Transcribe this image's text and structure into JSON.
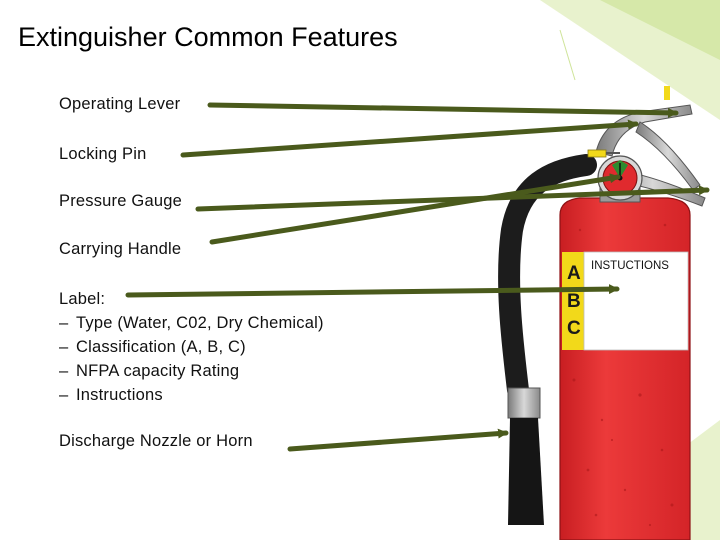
{
  "slide": {
    "title": "Extinguisher Common Features",
    "colors": {
      "arrow": "#4a5a1c",
      "cylinder": "#e0262a",
      "label_yellow": "#f2d91a",
      "accent_green": "#d6eaa8"
    }
  },
  "labels": {
    "operating_lever": "Operating Lever",
    "locking_pin": "Locking Pin",
    "pressure_gauge": "Pressure Gauge",
    "carrying_handle": "Carrying Handle",
    "label_heading": "Label:",
    "label_items": [
      "Type (Water, C02, Dry Chemical)",
      "Classification (A, B, C)",
      "NFPA capacity Rating",
      "Instructions"
    ],
    "discharge": "Discharge Nozzle or Horn",
    "dash": "–"
  },
  "extinguisher": {
    "instructions_text": "INSTUCTIONS",
    "class_letters": [
      "A",
      "B",
      "C"
    ]
  }
}
